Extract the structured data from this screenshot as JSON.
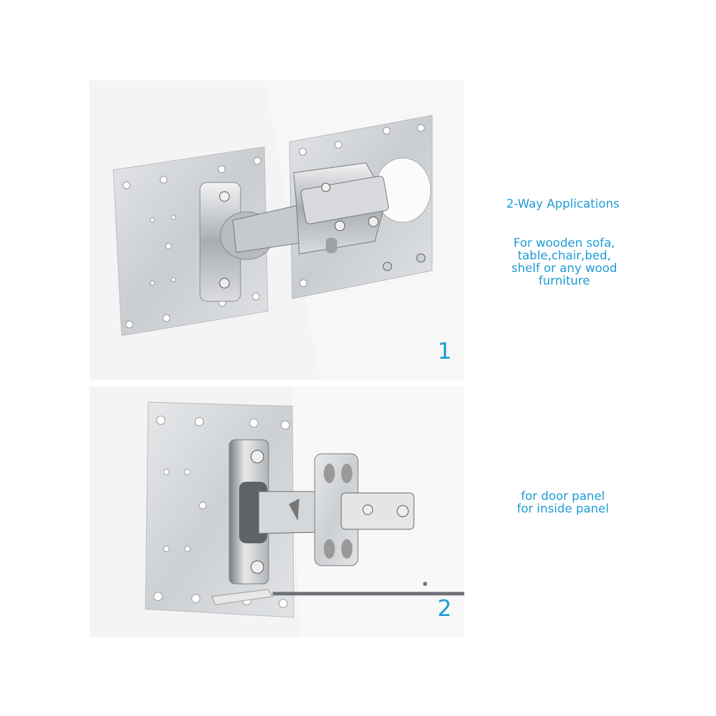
{
  "panels": [
    {
      "number": "1"
    },
    {
      "number": "2"
    }
  ],
  "captions": {
    "title": "2-Way Applications",
    "description_lines": [
      "For wooden sofa,",
      "table,chair,bed,",
      "shelf or any wood",
      "furniture"
    ],
    "door_lines": [
      "for door panel",
      "for inside panel"
    ]
  },
  "colors": {
    "accent": "#1d9bd6",
    "steel": "#d6d8db",
    "background": "#f4f4f4"
  }
}
